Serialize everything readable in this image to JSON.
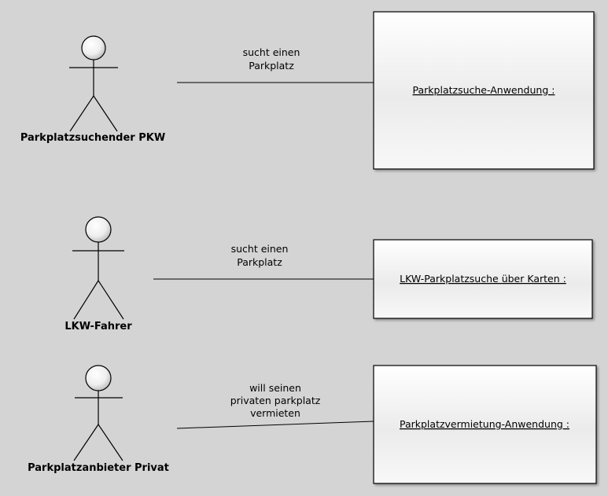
{
  "actors": [
    {
      "id": "pkw",
      "name": "Parkplatzsuchender PKW"
    },
    {
      "id": "lkw",
      "name": "LKW-Fahrer"
    },
    {
      "id": "privat",
      "name": "Parkplatzanbieter Privat"
    }
  ],
  "associations": [
    {
      "actor": "pkw",
      "label_lines": [
        "sucht einen",
        "Parkplatz"
      ]
    },
    {
      "actor": "lkw",
      "label_lines": [
        "sucht einen",
        "Parkplatz"
      ]
    },
    {
      "actor": "privat",
      "label_lines": [
        "will seinen",
        "privaten parkplatz",
        "vermieten"
      ]
    }
  ],
  "objects": [
    {
      "id": "suche",
      "label": "Parkplatzsuche-Anwendung :"
    },
    {
      "id": "karten",
      "label": "LKW-Parkplatzsuche über Karten :"
    },
    {
      "id": "vermietung",
      "label": "Parkplatzvermietung-Anwendung :"
    }
  ],
  "colors": {
    "background": "#d4d4d4",
    "line": "#000000",
    "box_fill_top": "#f2f2f2",
    "box_fill_bottom": "#ffffff"
  }
}
